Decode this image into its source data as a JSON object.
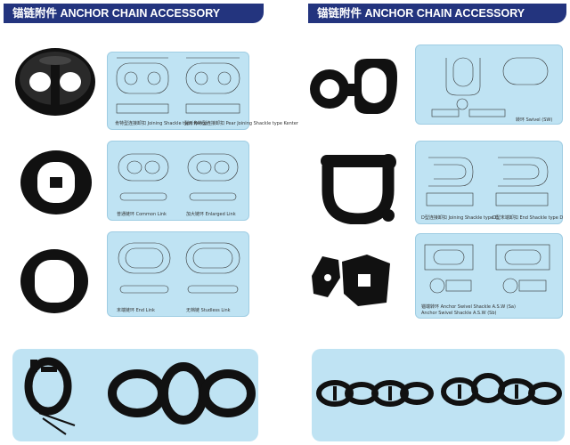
{
  "headers": {
    "left": "锚链附件 ANCHOR CHAIN ACCESSORY",
    "right": "锚链附件 ANCHOR CHAIN ACCESSORY"
  },
  "products": [
    {
      "item": "kenter-shackle",
      "caption_left": "肯特型连接卸扣 Joining Shackle type Kenter",
      "caption_right": "梨形肯特型连接卸扣 Pear Joining Shackle type Kenter"
    },
    {
      "item": "common-link",
      "caption_left": "普通链环 Common Link",
      "caption_right": "加大链环 Enlarged Link"
    },
    {
      "item": "end-link",
      "caption_left": "末端链环 End Link",
      "caption_right": "无档链 Studless Link"
    },
    {
      "item": "swivel",
      "caption_left": "转环 Swivel (SW)",
      "caption_right": ""
    },
    {
      "item": "d-shackle",
      "caption_left": "D型连接卸扣 Joining Shackle type D",
      "caption_right": "D型末端卸扣 End Shackle type D"
    },
    {
      "item": "swivel-shackle",
      "caption_left": "锚端转环 Anchor Swivel Shackle A.S.W (Sa)",
      "caption_right": "Anchor Swivel Shackle A.S.W (Sb)"
    }
  ],
  "colors": {
    "header_bg": "#23347e",
    "panel_bg": "#bfe3f3",
    "steel": "#111111"
  }
}
